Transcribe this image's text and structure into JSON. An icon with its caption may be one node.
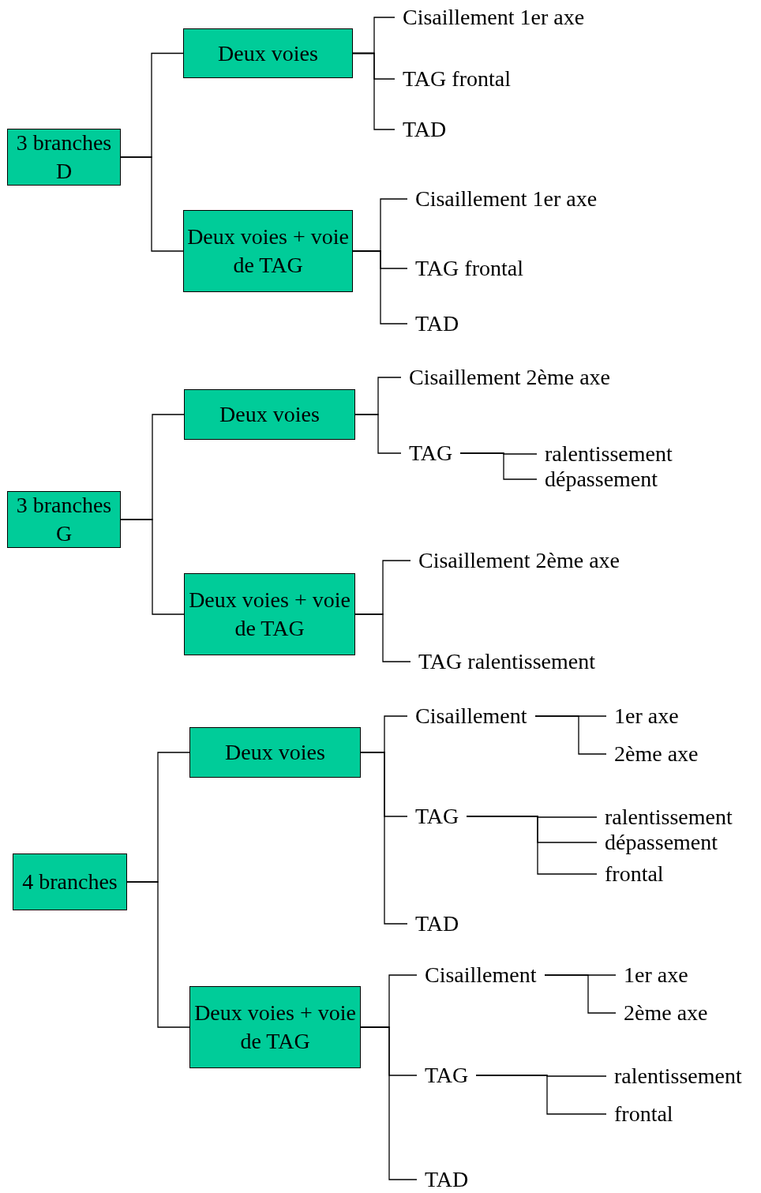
{
  "diagram": {
    "nodes": [
      {
        "text": [
          "3 branches D"
        ]
      },
      {
        "text": [
          "Deux voies"
        ]
      },
      {
        "text": [
          "Cisaillement 1er axe"
        ]
      },
      {
        "text": [
          "TAG frontal"
        ]
      },
      {
        "text": [
          "TAD"
        ]
      },
      {
        "text": [
          "Deux voies + voie de TAG"
        ]
      },
      {
        "text": [
          "Cisaillement 1er axe"
        ]
      },
      {
        "text": [
          "TAG frontal"
        ]
      },
      {
        "text": [
          "TAD"
        ]
      },
      {
        "text": [
          "3 branches G"
        ]
      },
      {
        "text": [
          "Deux voies"
        ]
      },
      {
        "text": [
          "Cisaillement 2ème axe"
        ]
      },
      {
        "text": [
          "TAG"
        ]
      },
      {
        "text": [
          "ralentissement"
        ]
      },
      {
        "text": [
          "dépassement"
        ]
      },
      {
        "text": [
          "Deux voies + voie de TAG"
        ]
      },
      {
        "text": [
          "Cisaillement 2ème axe"
        ]
      },
      {
        "text": [
          "TAG ralentissement"
        ]
      },
      {
        "text": [
          "4 branches"
        ]
      },
      {
        "text": [
          "Deux voies"
        ]
      },
      {
        "text": [
          "Cisaillement"
        ]
      },
      {
        "text": [
          "1er axe"
        ]
      },
      {
        "text": [
          "2ème axe"
        ]
      },
      {
        "text": [
          "TAG"
        ]
      },
      {
        "text": [
          "ralentissement"
        ]
      },
      {
        "text": [
          "dépassement"
        ]
      },
      {
        "text": [
          "frontal"
        ]
      },
      {
        "text": [
          "TAD"
        ]
      },
      {
        "text": [
          "Deux voies + voie de TAG"
        ]
      },
      {
        "text": [
          "Cisaillement"
        ]
      },
      {
        "text": [
          "1er axe"
        ]
      },
      {
        "text": [
          "2ème axe"
        ]
      },
      {
        "text": [
          "TAG"
        ]
      },
      {
        "text": [
          "ralentissement"
        ]
      },
      {
        "text": [
          "frontal"
        ]
      },
      {
        "text": [
          "TAD"
        ]
      }
    ],
    "edges": [
      {
        "from": 0,
        "to": 1,
        "arrow": "none"
      },
      {
        "from": 0,
        "to": 5,
        "arrow": "none"
      },
      {
        "from": 1,
        "to": 2,
        "arrow": "none"
      },
      {
        "from": 1,
        "to": 3,
        "arrow": "none"
      },
      {
        "from": 1,
        "to": 4,
        "arrow": "none"
      },
      {
        "from": 5,
        "to": 6,
        "arrow": "none"
      },
      {
        "from": 5,
        "to": 7,
        "arrow": "none"
      },
      {
        "from": 5,
        "to": 8,
        "arrow": "none"
      },
      {
        "from": 9,
        "to": 10,
        "arrow": "none"
      },
      {
        "from": 9,
        "to": 15,
        "arrow": "none"
      },
      {
        "from": 10,
        "to": 11,
        "arrow": "none"
      },
      {
        "from": 10,
        "to": 12,
        "arrow": "none"
      },
      {
        "from": 12,
        "to": 13,
        "arrow": "none"
      },
      {
        "from": 12,
        "to": 14,
        "arrow": "none"
      },
      {
        "from": 15,
        "to": 16,
        "arrow": "none"
      },
      {
        "from": 15,
        "to": 17,
        "arrow": "none"
      },
      {
        "from": 18,
        "to": 19,
        "arrow": "none"
      },
      {
        "from": 18,
        "to": 28,
        "arrow": "none"
      },
      {
        "from": 19,
        "to": 20,
        "arrow": "none"
      },
      {
        "from": 19,
        "to": 23,
        "arrow": "none"
      },
      {
        "from": 19,
        "to": 27,
        "arrow": "none"
      },
      {
        "from": 20,
        "to": 21,
        "arrow": "none"
      },
      {
        "from": 20,
        "to": 22,
        "arrow": "none"
      },
      {
        "from": 23,
        "to": 24,
        "arrow": "none"
      },
      {
        "from": 23,
        "to": 25,
        "arrow": "none"
      },
      {
        "from": 23,
        "to": 26,
        "arrow": "none"
      },
      {
        "from": 28,
        "to": 29,
        "arrow": "none"
      },
      {
        "from": 28,
        "to": 32,
        "arrow": "none"
      },
      {
        "from": 28,
        "to": 35,
        "arrow": "none"
      },
      {
        "from": 29,
        "to": 30,
        "arrow": "none"
      },
      {
        "from": 29,
        "to": 31,
        "arrow": "none"
      },
      {
        "from": 32,
        "to": 33,
        "arrow": "none"
      },
      {
        "from": 32,
        "to": 34,
        "arrow": "none"
      }
    ]
  }
}
